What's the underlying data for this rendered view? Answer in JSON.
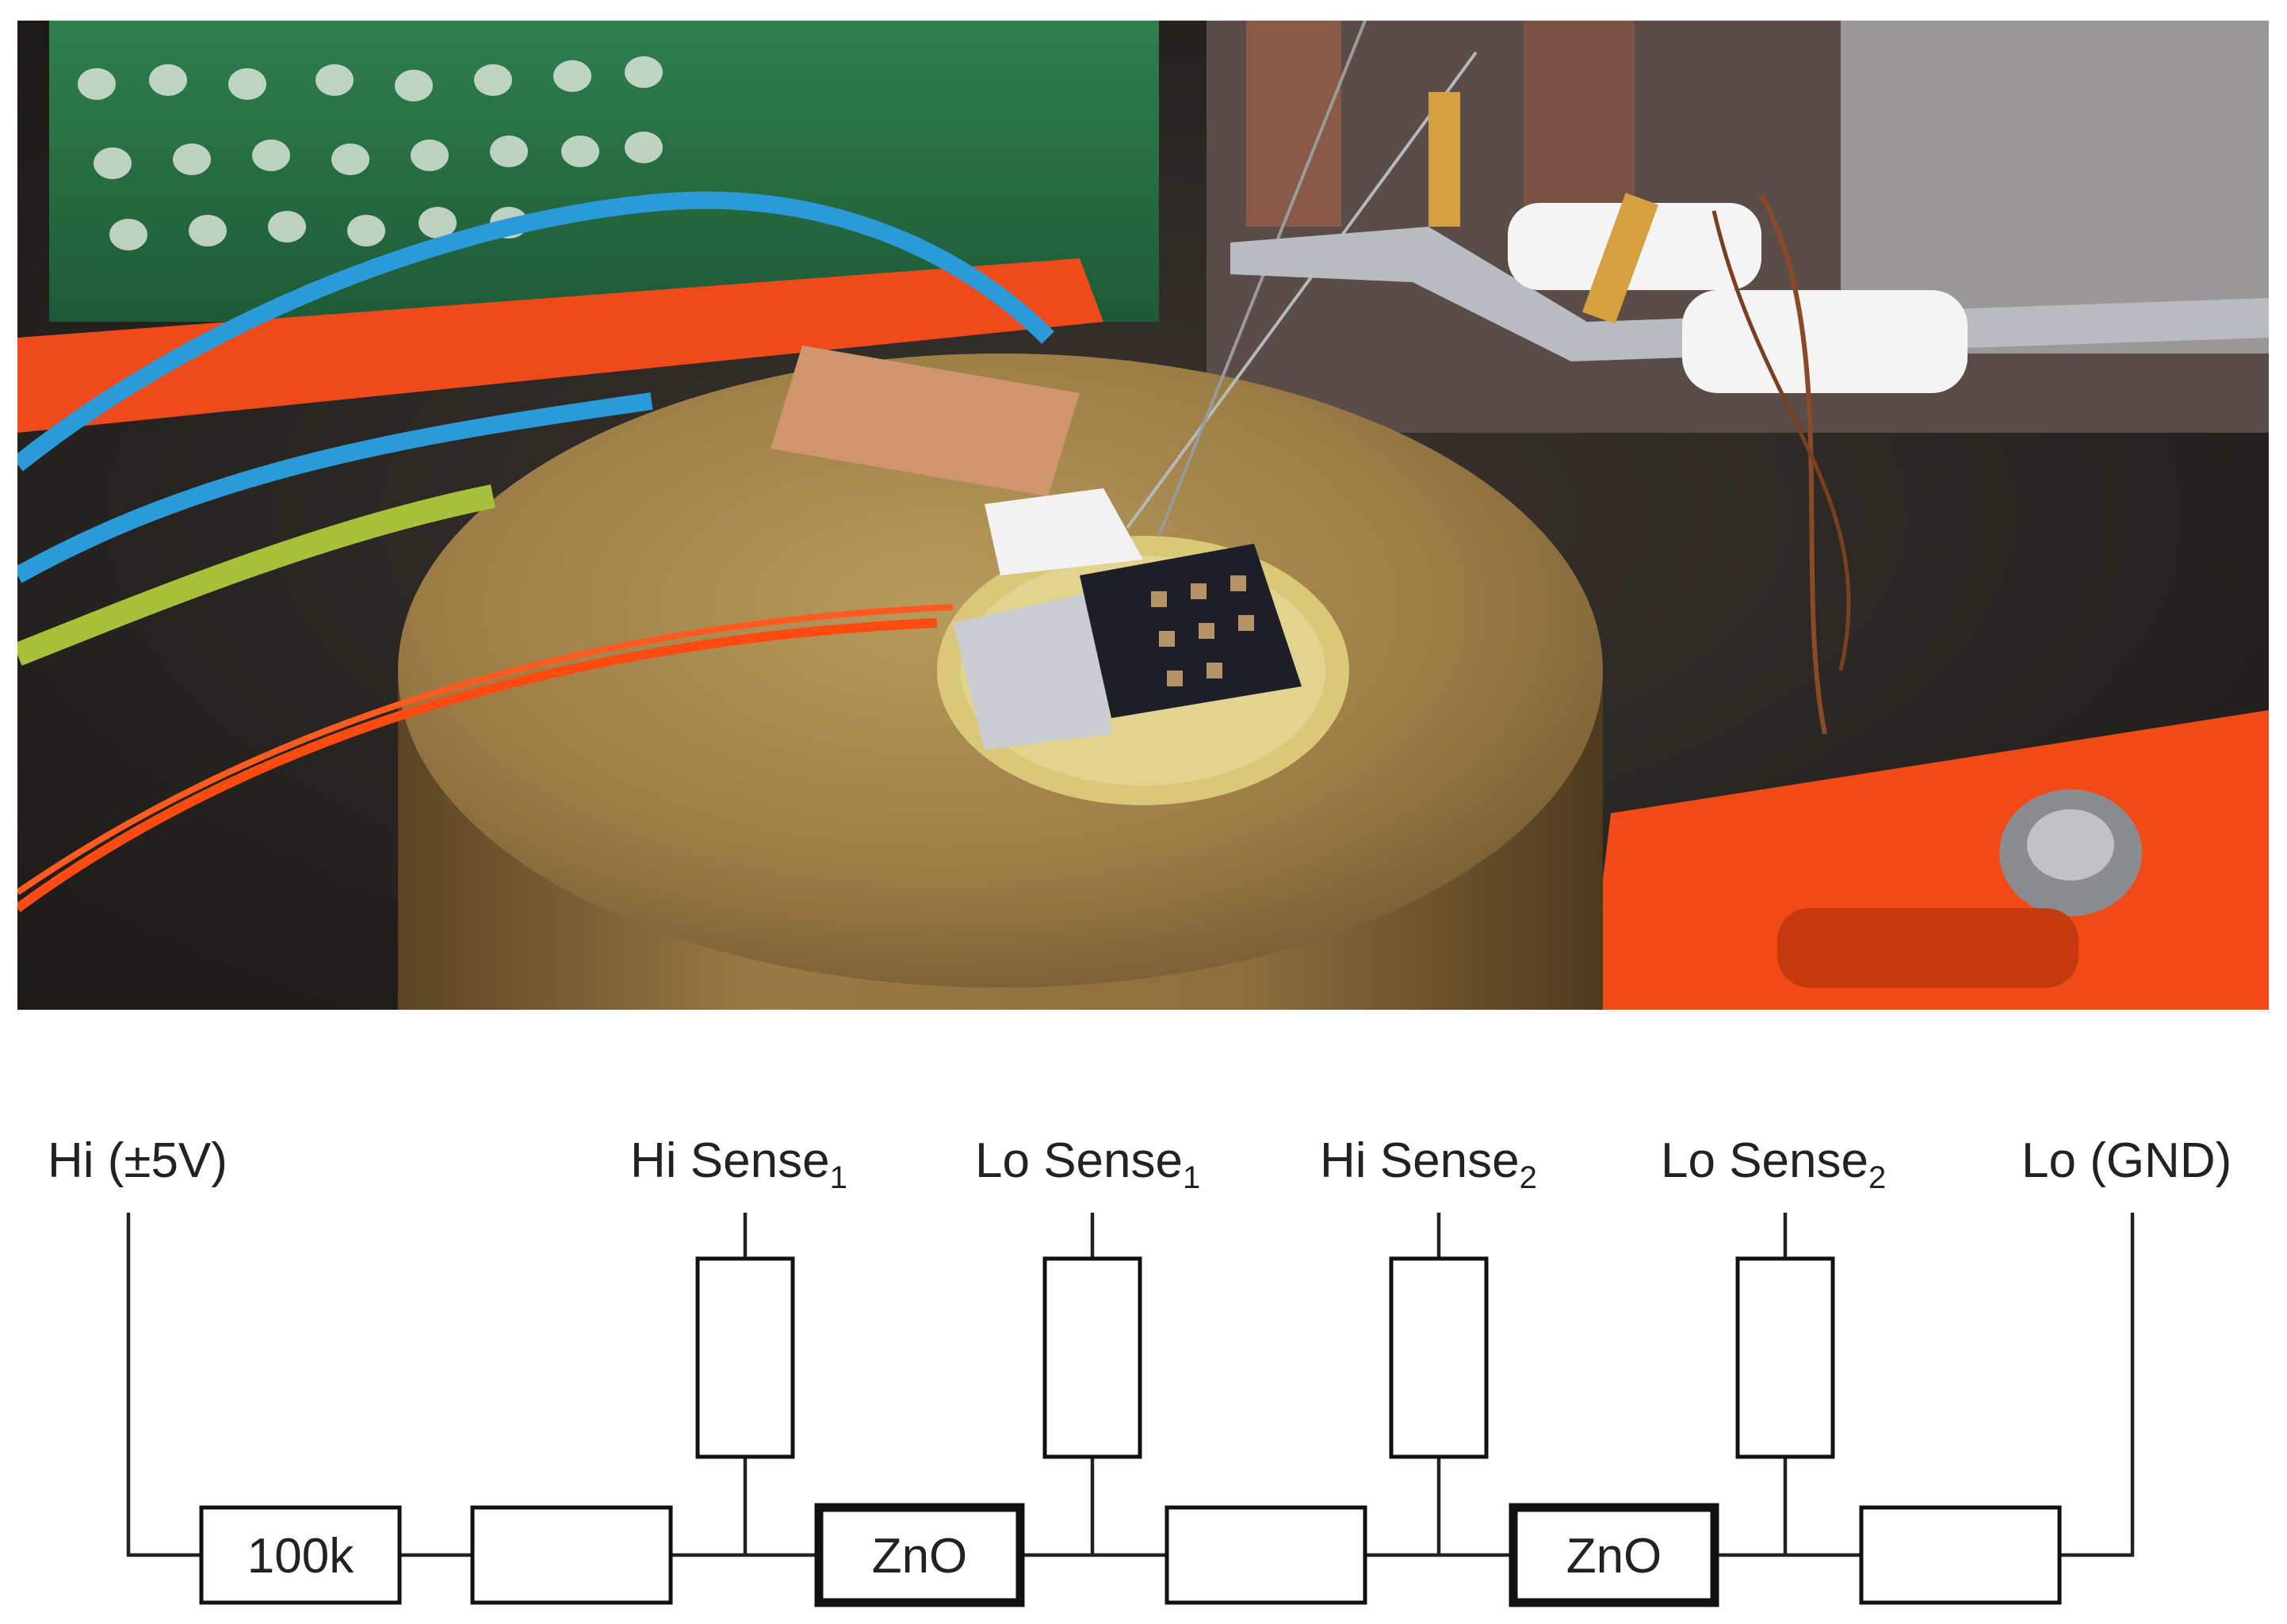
{
  "photo": {
    "subject": "probe station with sample on round stage"
  },
  "circuit": {
    "terminals": [
      {
        "main": "Hi (±5V)",
        "sub": ""
      },
      {
        "main": "Hi Sense",
        "sub": "1"
      },
      {
        "main": "Lo Sense",
        "sub": "1"
      },
      {
        "main": "Hi Sense",
        "sub": "2"
      },
      {
        "main": "Lo Sense",
        "sub": "2"
      },
      {
        "main": "Lo (GND)",
        "sub": ""
      }
    ],
    "series_elements": [
      {
        "label": "100k"
      },
      {
        "label": ""
      },
      {
        "label": "ZnO"
      },
      {
        "label": ""
      },
      {
        "label": "ZnO"
      },
      {
        "label": ""
      }
    ]
  }
}
